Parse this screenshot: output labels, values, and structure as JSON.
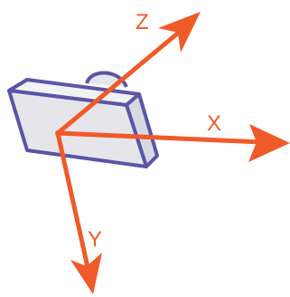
{
  "diagram": {
    "colors": {
      "axis": "#f05a28",
      "camera_outline": "#5a55a8",
      "camera_fill": "#e6e6ea",
      "camera_top": "#f2f2f4"
    },
    "object": {
      "name": "camera",
      "icon": "camera-icon"
    },
    "axes": [
      {
        "id": "x",
        "label": "X"
      },
      {
        "id": "y",
        "label": "Y"
      },
      {
        "id": "z",
        "label": "Z"
      }
    ]
  }
}
